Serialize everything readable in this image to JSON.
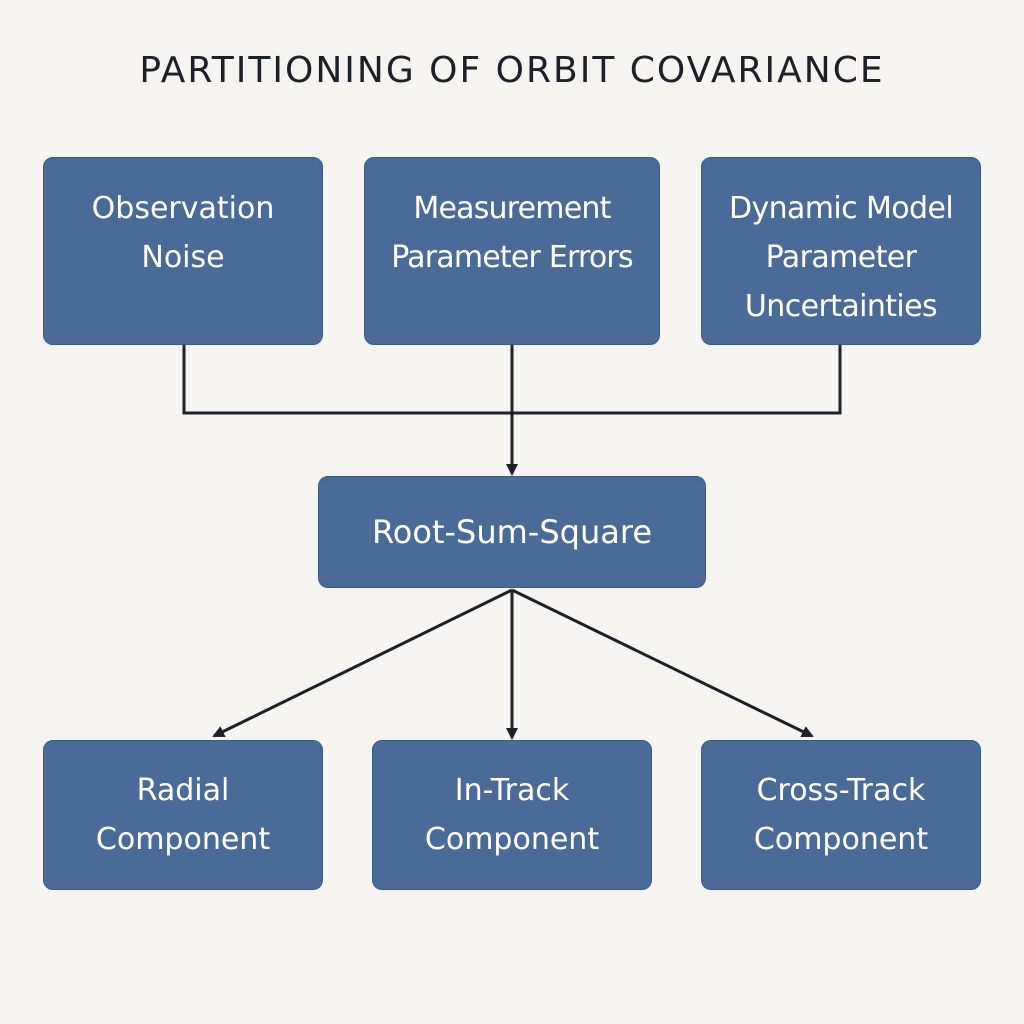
{
  "title": "PARTITIONING OF ORBIT COVARIANCE",
  "colors": {
    "background": "#f5f4f0",
    "node_fill": "#4a6b97",
    "node_border": "#3b5a84",
    "node_text": "#ffffff",
    "connector": "#1c2028",
    "title": "#1c2028"
  },
  "sources": [
    {
      "label": "Observation\nNoise"
    },
    {
      "label": "Measurement\nParameter Errors"
    },
    {
      "label": "Dynamic Model\nParameter\nUncertainties"
    }
  ],
  "combiner": {
    "label": "Root-Sum-Square"
  },
  "outputs": [
    {
      "label": "Radial\nComponent"
    },
    {
      "label": "In-Track\nComponent"
    },
    {
      "label": "Cross-Track\nComponent"
    }
  ],
  "edges": [
    {
      "from": "Observation\nNoise",
      "to": "Root-Sum-Square"
    },
    {
      "from": "Measurement\nParameter Errors",
      "to": "Root-Sum-Square"
    },
    {
      "from": "Dynamic Model\nParameter\nUncertainties",
      "to": "Root-Sum-Square"
    },
    {
      "from": "Root-Sum-Square",
      "to": "Radial\nComponent"
    },
    {
      "from": "Root-Sum-Square",
      "to": "In-Track\nComponent"
    },
    {
      "from": "Root-Sum-Square",
      "to": "Cross-Track\nComponent"
    }
  ]
}
